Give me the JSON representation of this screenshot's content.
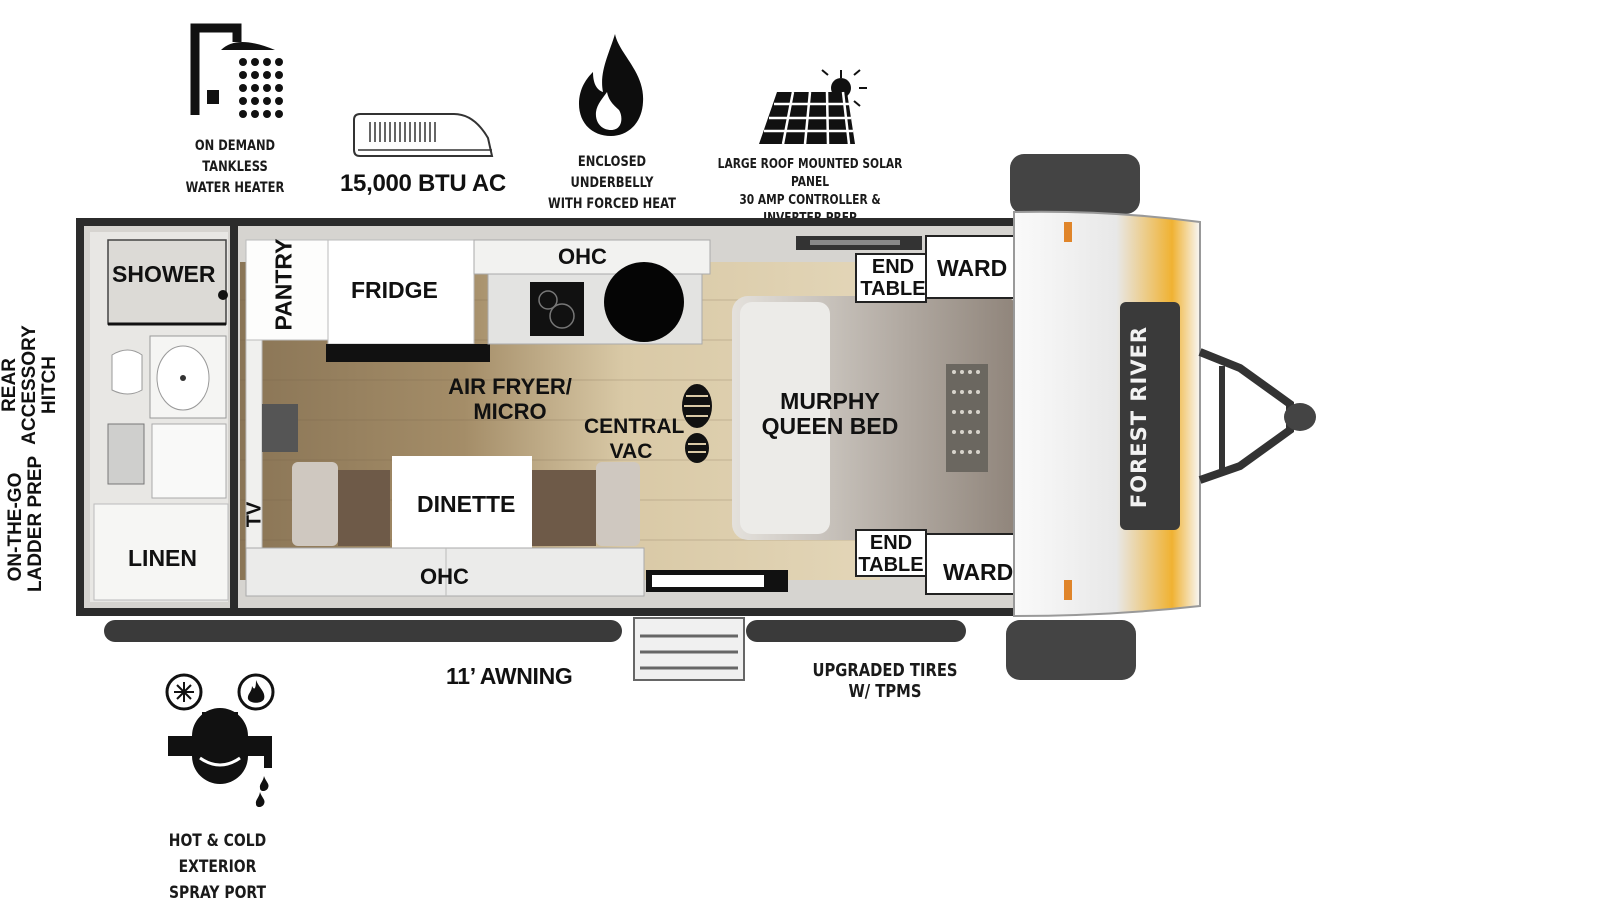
{
  "features": {
    "water_heater": [
      "ON DEMAND",
      "TANKLESS",
      "WATER HEATER"
    ],
    "ac": "15,000 BTU AC",
    "underbelly": [
      "ENCLOSED UNDERBELLY",
      "WITH FORCED HEAT"
    ],
    "solar": [
      "LARGE ROOF MOUNTED SOLAR PANEL",
      "30 AMP CONTROLLER & INVERTER PREP"
    ],
    "spray_port": [
      "HOT & COLD EXTERIOR",
      "SPRAY PORT"
    ],
    "awning": "11’ AWNING",
    "tires": [
      "UPGRADED TIRES",
      "W/ TPMS"
    ],
    "hitch": [
      "REAR",
      "ACCESSORY",
      "HITCH"
    ],
    "ladder": [
      "ON-THE-GO",
      "LADDER PREP"
    ]
  },
  "rooms": {
    "shower": "SHOWER",
    "pantry": "PANTRY",
    "fridge": "FRIDGE",
    "ohc_top": "OHC",
    "air_fryer": [
      "AIR FRYER/",
      "MICRO"
    ],
    "central_vac": [
      "CENTRAL",
      "VAC"
    ],
    "murphy_bed": [
      "MURPHY",
      "QUEEN BED"
    ],
    "end_table_top": [
      "END",
      "TABLE"
    ],
    "ward_top": "WARD",
    "end_table_bottom": [
      "END",
      "TABLE"
    ],
    "ward_bottom": "WARD",
    "dinette": "DINETTE",
    "ohc_bottom": "OHC",
    "tv": "TV",
    "linen": "LINEN"
  },
  "brand": "FOREST RIVER",
  "colors": {
    "wall": "#2b2b2b",
    "floor_dark": "#8a7556",
    "floor_light": "#d9c9a6",
    "cabinet": "#f4f4f2",
    "cap_orange": "#f0b232",
    "fire": "#0d0d0d"
  }
}
